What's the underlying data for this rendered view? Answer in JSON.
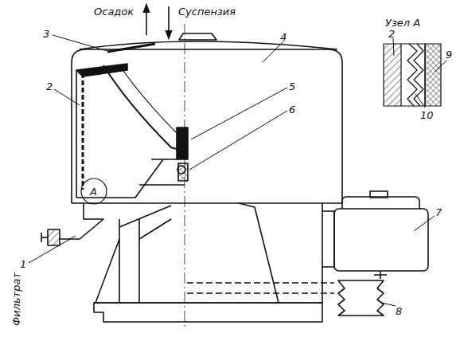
{
  "diagram": {
    "labels": [
      "Осадок",
      "Суспензия",
      "Узел А",
      "3",
      "4",
      "2",
      "9",
      "10",
      "2",
      "А",
      "5",
      "6",
      "7",
      "8",
      "1",
      "Фильтрат"
    ]
  }
}
